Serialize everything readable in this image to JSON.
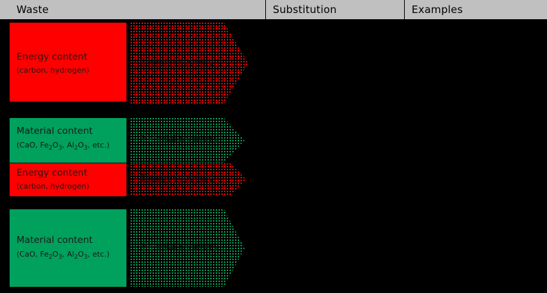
{
  "colors": {
    "header_bg": "#c0c0c0",
    "page_bg": "#000000",
    "energy": "#ff0000",
    "material": "#00a15c",
    "text": "#000000"
  },
  "header": {
    "columns": [
      {
        "key": "waste",
        "label": "Waste"
      },
      {
        "key": "substitution",
        "label": "Substitution"
      },
      {
        "key": "examples",
        "label": "Examples"
      }
    ]
  },
  "rows": [
    {
      "id": "row-energy-only",
      "waste_blocks": [
        {
          "type": "energy",
          "title": "Energy content",
          "subtitle": "(carbon, hydrogen)",
          "subtitle_parts": [
            {
              "text": "(carbon, hydrogen)",
              "sub": ""
            }
          ]
        }
      ],
      "arrows": [
        {
          "type": "energy",
          "label": "Energy recovery"
        }
      ],
      "substitution": "",
      "examples": ""
    },
    {
      "id": "row-material-and-energy",
      "waste_blocks": [
        {
          "type": "material",
          "title": "Material content",
          "subtitle": "(CaO, Fe2O3, Al2O3, etc.)",
          "subtitle_parts": [
            {
              "text": "(CaO, Fe",
              "sub": "2"
            },
            {
              "text": "O",
              "sub": "3"
            },
            {
              "text": ", Al",
              "sub": "2"
            },
            {
              "text": "O",
              "sub": "3"
            },
            {
              "text": ", etc.)",
              "sub": ""
            }
          ]
        },
        {
          "type": "energy",
          "title": "Energy content",
          "subtitle": "(carbon, hydrogen)",
          "subtitle_parts": [
            {
              "text": "(carbon, hydrogen)",
              "sub": ""
            }
          ]
        }
      ],
      "arrows": [
        {
          "type": "material",
          "label": "Material recovery"
        },
        {
          "type": "energy",
          "label": "Energy recovery"
        }
      ],
      "substitution": "",
      "examples": ""
    },
    {
      "id": "row-material-only",
      "waste_blocks": [
        {
          "type": "material",
          "title": "Material content",
          "subtitle": "(CaO, Fe2O3, Al2O3, etc.)",
          "subtitle_parts": [
            {
              "text": "(CaO, Fe",
              "sub": "2"
            },
            {
              "text": "O",
              "sub": "3"
            },
            {
              "text": ", Al",
              "sub": "2"
            },
            {
              "text": "O",
              "sub": "3"
            },
            {
              "text": ", etc.)",
              "sub": ""
            }
          ]
        }
      ],
      "arrows": [
        {
          "type": "material",
          "label": "Material recovery"
        }
      ],
      "substitution": "",
      "examples": ""
    }
  ]
}
